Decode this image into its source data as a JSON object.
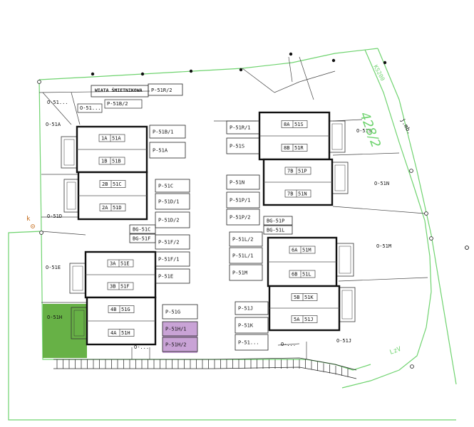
{
  "waste_shelter": "WIATA ŚMIETNIKOWA",
  "north_labels": [
    "P-51R/2"
  ],
  "buildings": [
    {
      "id": "b1",
      "units": [
        {
          "a": "1A",
          "b": "51A"
        },
        {
          "a": "1B",
          "b": "51B"
        }
      ]
    },
    {
      "id": "b2",
      "units": [
        {
          "a": "2B",
          "b": "51C"
        },
        {
          "a": "2A",
          "b": "51D"
        }
      ]
    },
    {
      "id": "b3",
      "units": [
        {
          "a": "3A",
          "b": "51E"
        },
        {
          "a": "3B",
          "b": "51F"
        }
      ]
    },
    {
      "id": "b4",
      "units": [
        {
          "a": "4B",
          "b": "51G"
        },
        {
          "a": "4A",
          "b": "51H"
        }
      ]
    },
    {
      "id": "b8",
      "units": [
        {
          "a": "8A",
          "b": "51S"
        },
        {
          "a": "8B",
          "b": "51R"
        }
      ]
    },
    {
      "id": "b7",
      "units": [
        {
          "a": "7B",
          "b": "51P"
        },
        {
          "a": "7B",
          "b": "51N"
        }
      ]
    },
    {
      "id": "b6",
      "units": [
        {
          "a": "6A",
          "b": "51M"
        },
        {
          "a": "6B",
          "b": "51L"
        }
      ]
    },
    {
      "id": "b5",
      "units": [
        {
          "a": "5B",
          "b": "51K"
        },
        {
          "a": "5A",
          "b": "51J"
        }
      ]
    }
  ],
  "parking_left": [
    "P-51B/1",
    "P-51A",
    "P-51C",
    "P-51D/1",
    "P-51D/2",
    "BG-51C",
    "BG-51F",
    "P-51F/2",
    "P-51F/1",
    "P-51E",
    "P-51G",
    "P-51H/1",
    "P-51H/2"
  ],
  "parking_right": [
    "P-51R/1",
    "P-51S",
    "P-51N",
    "P-51P/1",
    "P-51P/2",
    "BG-51P",
    "BG-51L",
    "P-51L/2",
    "P-51L/1",
    "P-51M",
    "P-51J",
    "P-51K",
    "P-51..."
  ],
  "plots": [
    "O-51...",
    "O-51...",
    "P-51B/2",
    "O-51A",
    "O-51D",
    "O-51E",
    "O-51H",
    "O-...",
    "O-51S",
    "O-51N",
    "O-51M",
    "O-...",
    "O-51J"
  ],
  "annotations": {
    "parcel": "428/2",
    "road": "KS200",
    "jmb": "j.mb.",
    "k": "k",
    "lzv": "LzV"
  },
  "colors": {
    "boundary": "#6fd36f",
    "walls": "#111111",
    "garden": "#57a832",
    "highlight": "#c9a3d6",
    "lines": "#333333"
  }
}
